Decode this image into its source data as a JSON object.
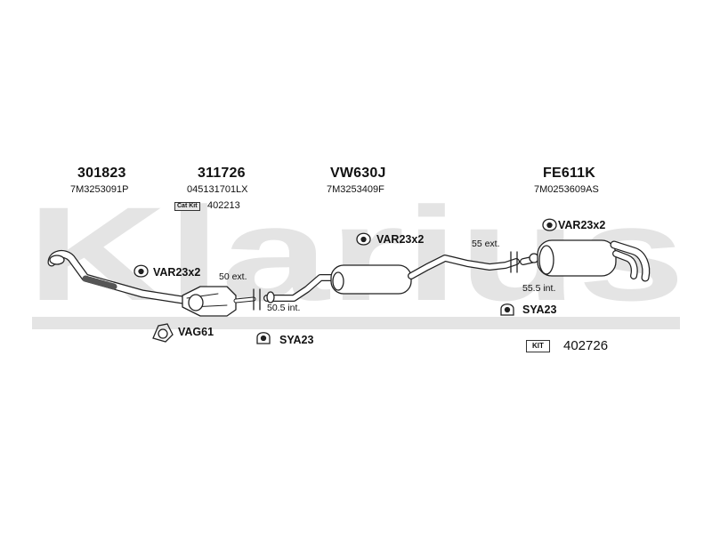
{
  "watermark": {
    "text": "Klarius"
  },
  "parts": [
    {
      "code": "301823",
      "oem": "7M3253091P"
    },
    {
      "code": "311726",
      "oem": "045131701LX",
      "catkit_badge": "Cat Kit",
      "catkit_number": "402213"
    },
    {
      "code": "VW630J",
      "oem": "7M3253409F"
    },
    {
      "code": "FE611K",
      "oem": "7M0253609AS"
    }
  ],
  "fittings": {
    "var_left": "VAR23x2",
    "var_mid": "VAR23x2",
    "var_right": "VAR23x2",
    "vag": "VAG61",
    "sya_left": "SYA23",
    "sya_right": "SYA23"
  },
  "joints": {
    "left_ext": "50 ext.",
    "left_int": "50.5 int.",
    "right_ext": "55 ext.",
    "right_int": "55.5 int."
  },
  "kit": {
    "badge": "KIT",
    "number": "402726"
  },
  "colors": {
    "watermark": "#e4e4e4",
    "line": "#222222",
    "pipe_fill": "#ffffff"
  }
}
